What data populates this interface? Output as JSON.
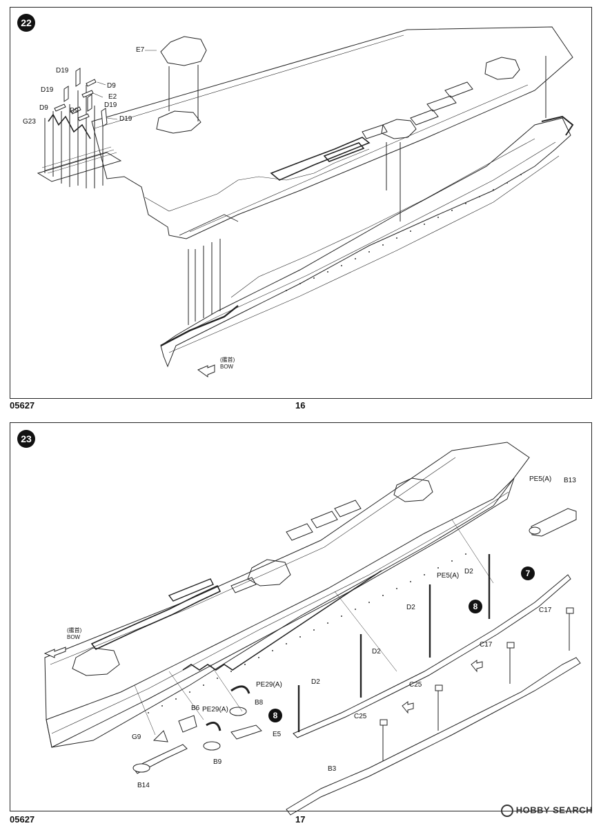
{
  "page_top": {
    "step": "22",
    "labels": {
      "e7": "E7",
      "d19a": "D19",
      "d9a": "D9",
      "d19b": "D19",
      "e2": "E2",
      "d9b": "D9",
      "d9c": "D9",
      "d19c": "D19",
      "g23": "G23",
      "d19d": "D19"
    },
    "bow_jp": "(艦首)",
    "bow": "BOW",
    "product_code": "05627",
    "page_number": "16"
  },
  "page_bottom": {
    "step": "23",
    "labels": {
      "pe5a_top": "PE5(A)",
      "b13": "B13",
      "d2_top": "D2",
      "pe5a_mid": "PE5(A)",
      "d2_mid": "D2",
      "c17_right": "C17",
      "c17_mid": "C17",
      "d2_center": "D2",
      "c25_upper": "C25",
      "d2_left": "D2",
      "pe29a_upper": "PE29(A)",
      "b8": "B8",
      "b6": "B6",
      "pe29a_lower": "PE29(A)",
      "c25_lower": "C25",
      "e5": "E5",
      "g9": "G9",
      "b9": "B9",
      "b3": "B3",
      "b14": "B14"
    },
    "refs": {
      "ref7": "7",
      "ref8a": "8",
      "ref8b": "8"
    },
    "bow_jp": "(艦首)",
    "bow": "BOW",
    "product_code": "05627",
    "page_number": "17"
  },
  "watermark": "HOBBY SEARCH"
}
